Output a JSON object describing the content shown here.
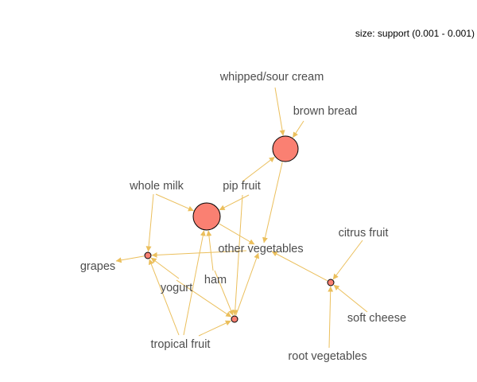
{
  "legend": {
    "text": "size: support (0.001 - 0.001)"
  },
  "colors": {
    "edge": "#ebbf5c",
    "rule_node": "#fa8072",
    "label": "#4d4d4d"
  },
  "items": {
    "whipped_sour_cream": "whipped/sour cream",
    "brown_bread": "brown bread",
    "whole_milk": "whole milk",
    "pip_fruit": "pip fruit",
    "other_vegetables": "other vegetables",
    "citrus_fruit": "citrus fruit",
    "grapes": "grapes",
    "yogurt": "yogurt",
    "ham": "ham",
    "soft_cheese": "soft cheese",
    "tropical_fruit": "tropical fruit",
    "root_vegetables": "root vegetables"
  },
  "rules": [
    {
      "id": "r1",
      "lhs": [
        "whipped_sour_cream",
        "brown_bread",
        "pip_fruit"
      ],
      "rhs": [
        "other_vegetables"
      ]
    },
    {
      "id": "r2",
      "lhs": [
        "whole_milk",
        "pip_fruit",
        "ham",
        "tropical_fruit"
      ],
      "rhs": [
        "other_vegetables"
      ]
    },
    {
      "id": "r3",
      "lhs": [
        "whole_milk",
        "other_vegetables",
        "yogurt",
        "tropical_fruit"
      ],
      "rhs": [
        "grapes"
      ]
    },
    {
      "id": "r4",
      "lhs": [
        "pip_fruit",
        "ham",
        "yogurt",
        "tropical_fruit"
      ],
      "rhs": [
        "other_vegetables"
      ]
    },
    {
      "id": "r5",
      "lhs": [
        "citrus_fruit",
        "soft_cheese",
        "root_vegetables"
      ],
      "rhs": [
        "other_vegetables"
      ]
    }
  ]
}
